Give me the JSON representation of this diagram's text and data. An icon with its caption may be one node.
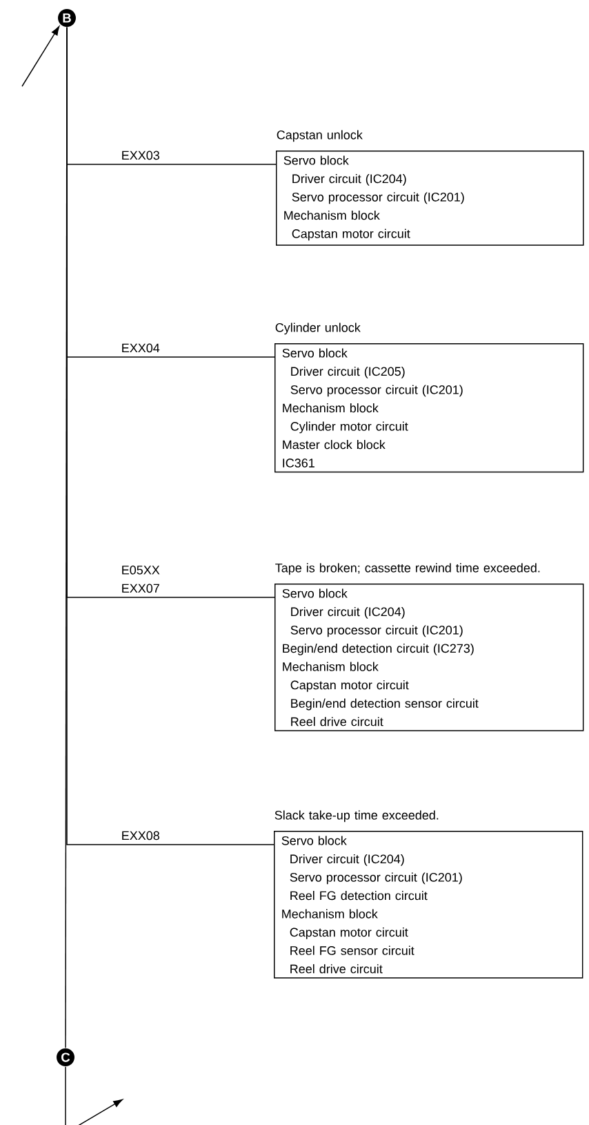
{
  "diagram": {
    "nodes": [
      {
        "text": [
          "B"
        ]
      },
      {
        "text": [
          "Capstan unlock",
          "Servo block",
          "Driver circuit (IC204)",
          "Servo processor circuit (IC201)",
          "Mechanism block",
          "Capstan motor circuit"
        ]
      },
      {
        "text": [
          "Cylinder unlock",
          "Servo block",
          "Driver circuit (IC205)",
          "Servo processor circuit (IC201)",
          "Mechanism block",
          "Cylinder motor circuit",
          "Master clock block",
          "IC361"
        ]
      },
      {
        "text": [
          "Tape is broken; cassette rewind time exceeded.",
          "Servo block",
          "Driver circuit (IC204)",
          "Servo processor circuit (IC201)",
          "Begin/end detection circuit (IC273)",
          "Mechanism block",
          "Capstan motor circuit",
          "Begin/end detection sensor circuit",
          "Reel drive circuit"
        ]
      },
      {
        "text": [
          "Slack take-up time exceeded.",
          "Servo block",
          "Driver circuit (IC204)",
          "Servo processor circuit (IC201)",
          "Reel FG detection circuit",
          "Mechanism block",
          "Capstan motor circuit",
          "Reel FG sensor circuit",
          "Reel drive circuit"
        ]
      },
      {
        "text": [
          "C"
        ]
      }
    ],
    "edges": [
      {
        "from": null,
        "to": 0,
        "arrow": "to"
      },
      {
        "from": 0,
        "to": 1,
        "arrow": "none",
        "label": "EXX03"
      },
      {
        "from": 0,
        "to": 2,
        "arrow": "none",
        "label": "EXX04"
      },
      {
        "from": 0,
        "to": 3,
        "arrow": "none",
        "label": "E05XX EXX07"
      },
      {
        "from": 0,
        "to": 4,
        "arrow": "none",
        "label": "EXX08"
      },
      {
        "from": 0,
        "to": 5,
        "arrow": "none"
      },
      {
        "from": 5,
        "to": null,
        "arrow": "to"
      }
    ]
  }
}
